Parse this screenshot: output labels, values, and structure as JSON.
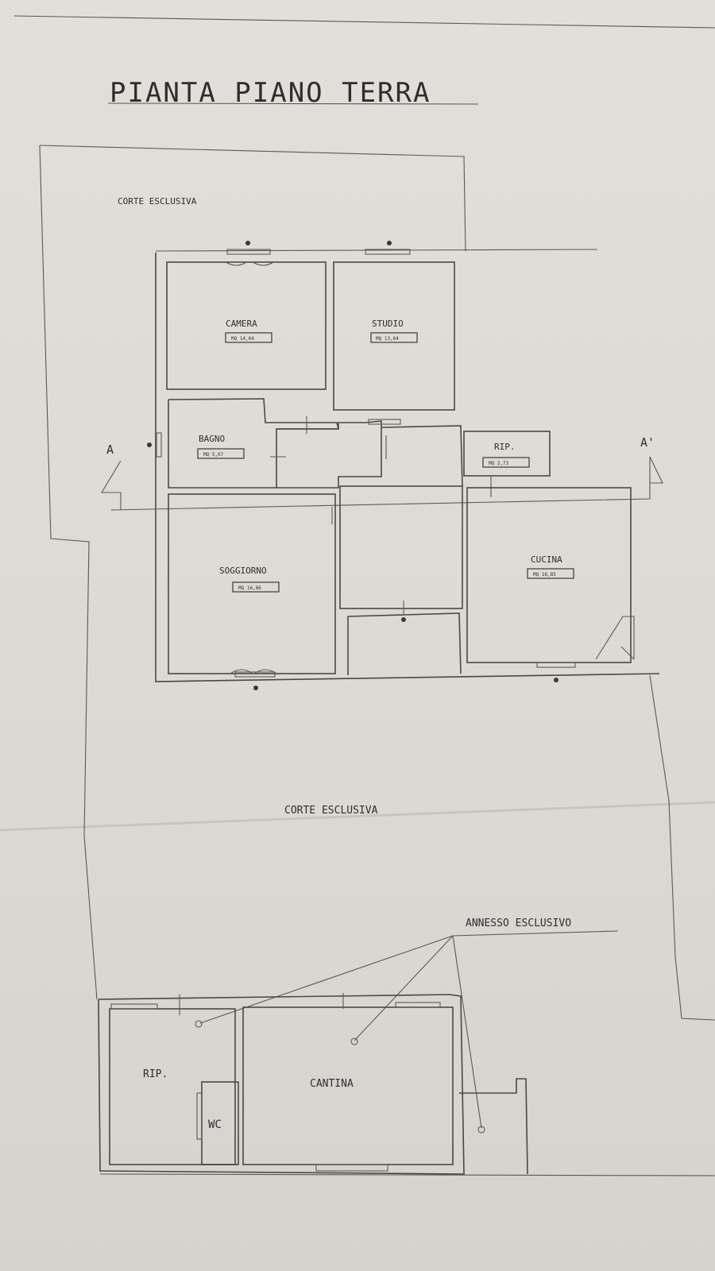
{
  "title": "PIANTA PIANO TERRA",
  "labels": {
    "corte_top": "CORTE ESCLUSIVA",
    "corte_bottom": "CORTE ESCLUSIVA",
    "annesso": "ANNESSO ESCLUSIVO",
    "section_left": "A",
    "section_right": "A'"
  },
  "rooms": {
    "camera": {
      "name": "CAMERA",
      "area": "MQ 14,64"
    },
    "studio": {
      "name": "STUDIO",
      "area": "MQ 13,64"
    },
    "bagno": {
      "name": "BAGNO",
      "area": "MQ 5,07"
    },
    "rip_top": {
      "name": "RIP.",
      "area": "MQ 2,73"
    },
    "soggiorno": {
      "name": "SOGGIORNO",
      "area": "MQ 16,86"
    },
    "cucina": {
      "name": "CUCINA",
      "area": "MQ 16,85"
    },
    "rip_bottom": {
      "name": "RIP."
    },
    "cantina": {
      "name": "CANTINA"
    },
    "wc": {
      "name": "WC"
    }
  }
}
